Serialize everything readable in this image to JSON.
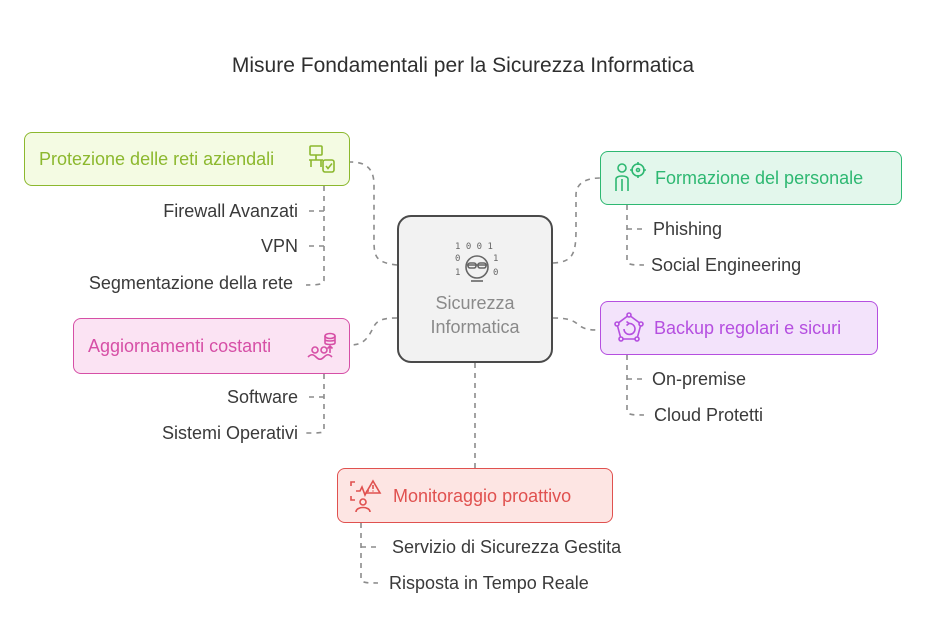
{
  "title": "Misure Fondamentali per la Sicurezza Informatica",
  "center": {
    "label": "Sicurezza\nInformatica",
    "icon": "hacker-icon"
  },
  "colors": {
    "line": "#8c8c8c",
    "green": "#8cb82e",
    "teal": "#2eb872",
    "purple": "#b54fe0",
    "pink": "#d64fa6",
    "red": "#e0514f"
  },
  "branches": {
    "protezione": {
      "label": "Protezione delle reti aziendali",
      "icon": "network-shield-icon",
      "items": [
        "Firewall Avanzati",
        "VPN",
        "Segmentazione della rete"
      ]
    },
    "aggiornamenti": {
      "label": "Aggiornamenti costanti",
      "icon": "update-database-icon",
      "items": [
        "Software",
        "Sistemi Operativi"
      ]
    },
    "formazione": {
      "label": "Formazione del personale",
      "icon": "person-target-icon",
      "items": [
        "Phishing",
        "Social Engineering"
      ]
    },
    "backup": {
      "label": "Backup regolari e sicuri",
      "icon": "backup-cycle-icon",
      "items": [
        "On-premise",
        "Cloud Protetti"
      ]
    },
    "monitoraggio": {
      "label": "Monitoraggio proattivo",
      "icon": "monitor-alert-icon",
      "items": [
        "Servizio di Sicurezza Gestita",
        "Risposta in Tempo Reale"
      ]
    }
  }
}
